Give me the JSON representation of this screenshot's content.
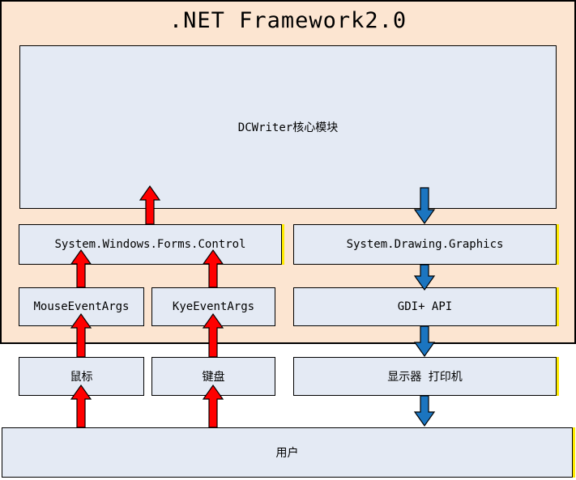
{
  "title": ".NET Framework2.0",
  "nodes": {
    "dcwriter": {
      "label": "DCWriter核心模块"
    },
    "forms_control": {
      "label": "System.Windows.Forms.Control"
    },
    "drawing_graphics": {
      "label": "System.Drawing.Graphics"
    },
    "mouse_event_args": {
      "label": "MouseEventArgs"
    },
    "key_event_args": {
      "label": "KyeEventArgs"
    },
    "gdi_api": {
      "label": "GDI+ API"
    },
    "mouse": {
      "label": "鼠标"
    },
    "keyboard": {
      "label": "键盘"
    },
    "display_printer": {
      "label": "显示器 打印机"
    },
    "user": {
      "label": "用户"
    }
  },
  "colors": {
    "framework_bg": "#fce5d1",
    "node_fill": "#e4eaf4",
    "node_border": "#000000",
    "input_arrow_fill": "#ff0000",
    "output_arrow_fill": "#1b75c0",
    "arrow_outline": "#000000",
    "highlight_edge": "#ffeb00"
  }
}
